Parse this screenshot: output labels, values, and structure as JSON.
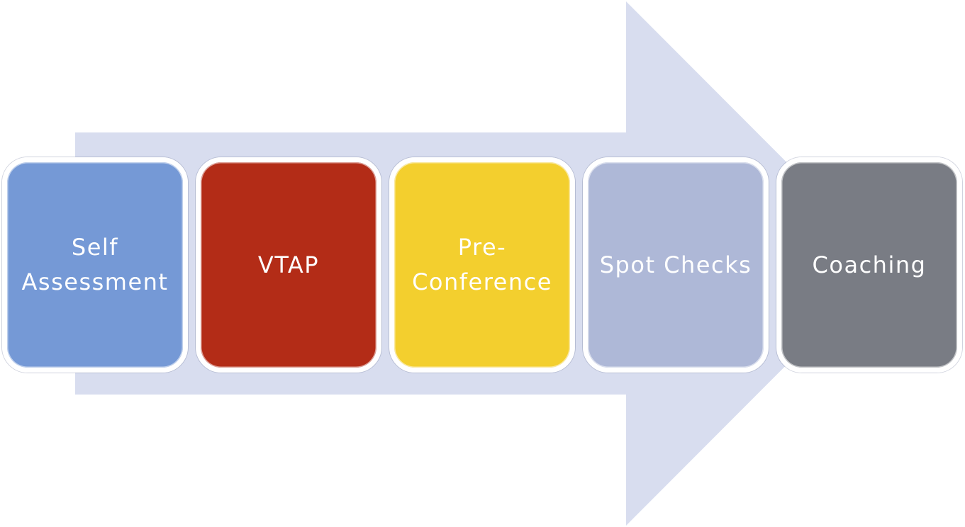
{
  "arrow": {
    "color": "#d8ddef"
  },
  "steps": [
    {
      "label": "Self\nAssessment",
      "color": "#7599d6"
    },
    {
      "label": "VTAP",
      "color": "#b32c17"
    },
    {
      "label": "Pre-\nConference",
      "color": "#f3cf2e"
    },
    {
      "label": "Spot Checks",
      "color": "#aeb8d7"
    },
    {
      "label": "Coaching",
      "color": "#797c84"
    }
  ]
}
